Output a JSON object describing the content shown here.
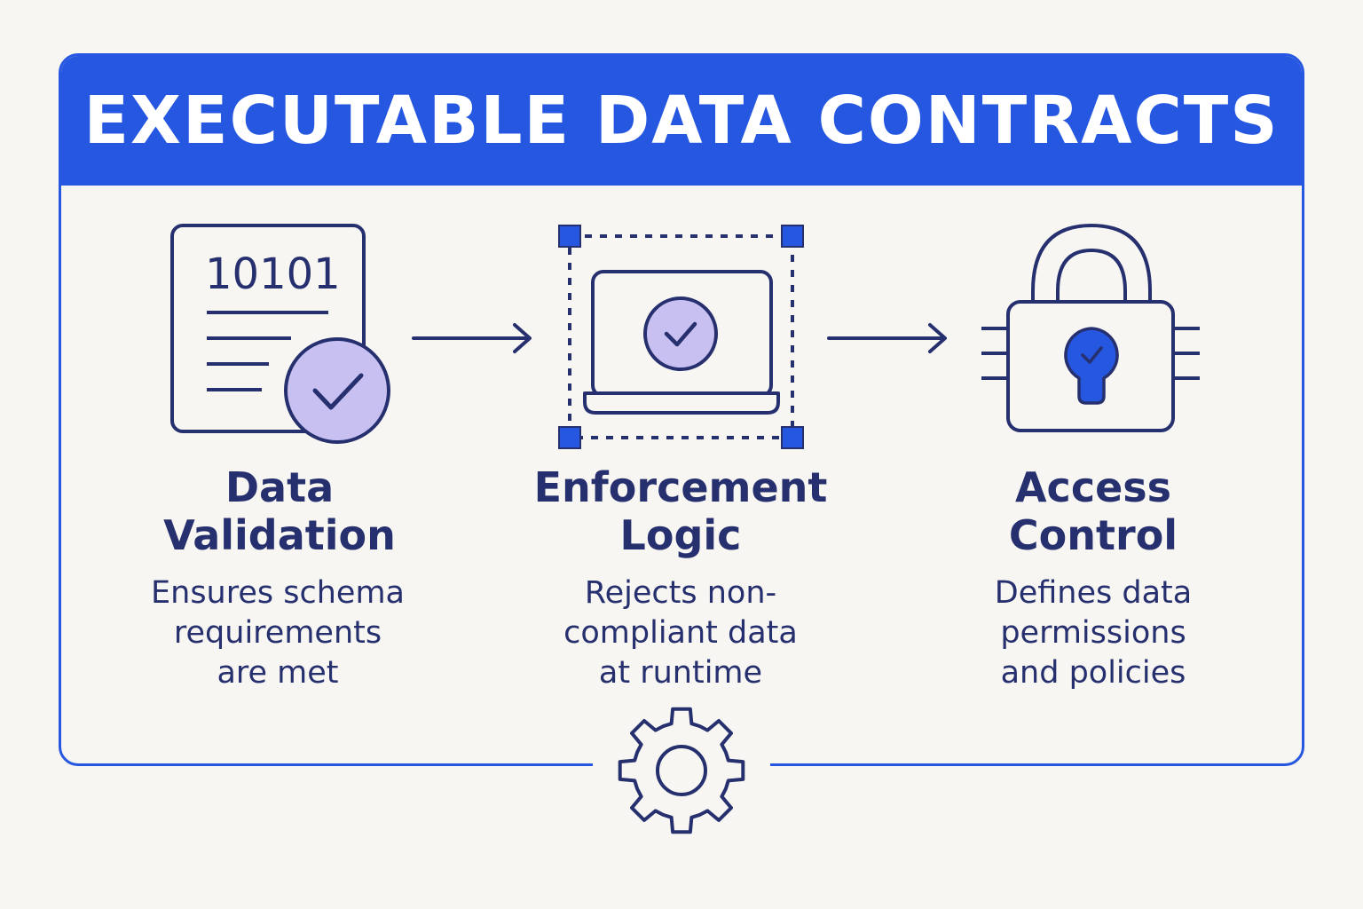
{
  "header": {
    "title": "EXECUTABLE DATA CONTRACTS"
  },
  "steps": [
    {
      "icon": "document-check-icon",
      "code_text": "10101",
      "title_line1": "Data",
      "title_line2": "Validation",
      "desc_line1": "Ensures schema",
      "desc_line2": "requirements",
      "desc_line3": "are met"
    },
    {
      "icon": "laptop-check-icon",
      "title_line1": "Enforcement",
      "title_line2": "Logic",
      "desc_line1": "Rejects non-",
      "desc_line2": "compliant data",
      "desc_line3": "at runtime"
    },
    {
      "icon": "padlock-keyhole-icon",
      "title_line1": "Access",
      "title_line2": "Control",
      "desc_line1": "Defines data",
      "desc_line2": "permissions",
      "desc_line3": "and policies"
    }
  ],
  "footer_icon": "gear-icon",
  "colors": {
    "background": "#f8f6f2",
    "accent_blue": "#2557e0",
    "ink_navy": "#26306e",
    "fill_lavender": "#c9c0f2"
  }
}
